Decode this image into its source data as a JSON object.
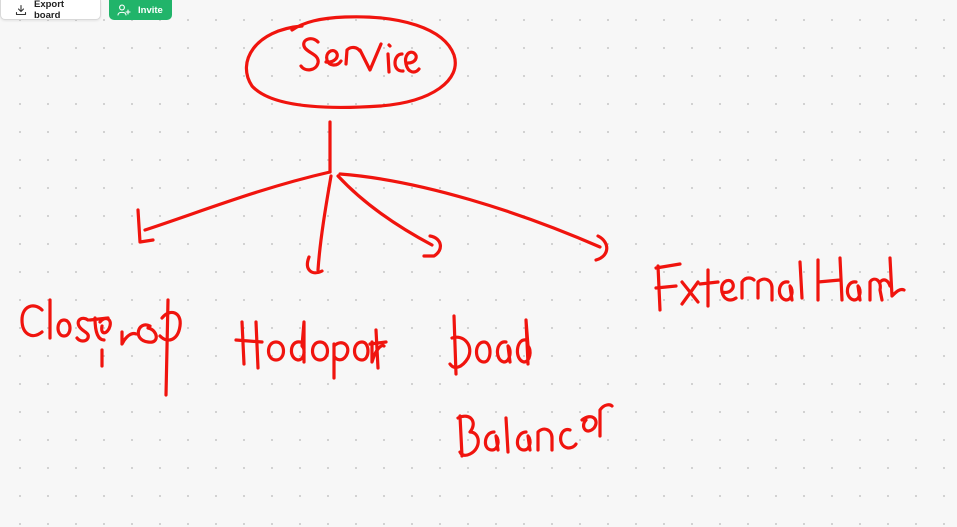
{
  "toolbar": {
    "export_label": "Export board",
    "export_icon": "download-icon",
    "invite_label": "Invite",
    "invite_icon": "add-user-icon",
    "invite_color": "#21b46a"
  },
  "board": {
    "ink_color": "#f0140e",
    "background_color": "#f7f7f7",
    "grid": "dotted",
    "sketch": {
      "root": "Service",
      "children": [
        "ClusterIP",
        "Nodeport",
        "Load Balancer",
        "External Name"
      ]
    }
  }
}
